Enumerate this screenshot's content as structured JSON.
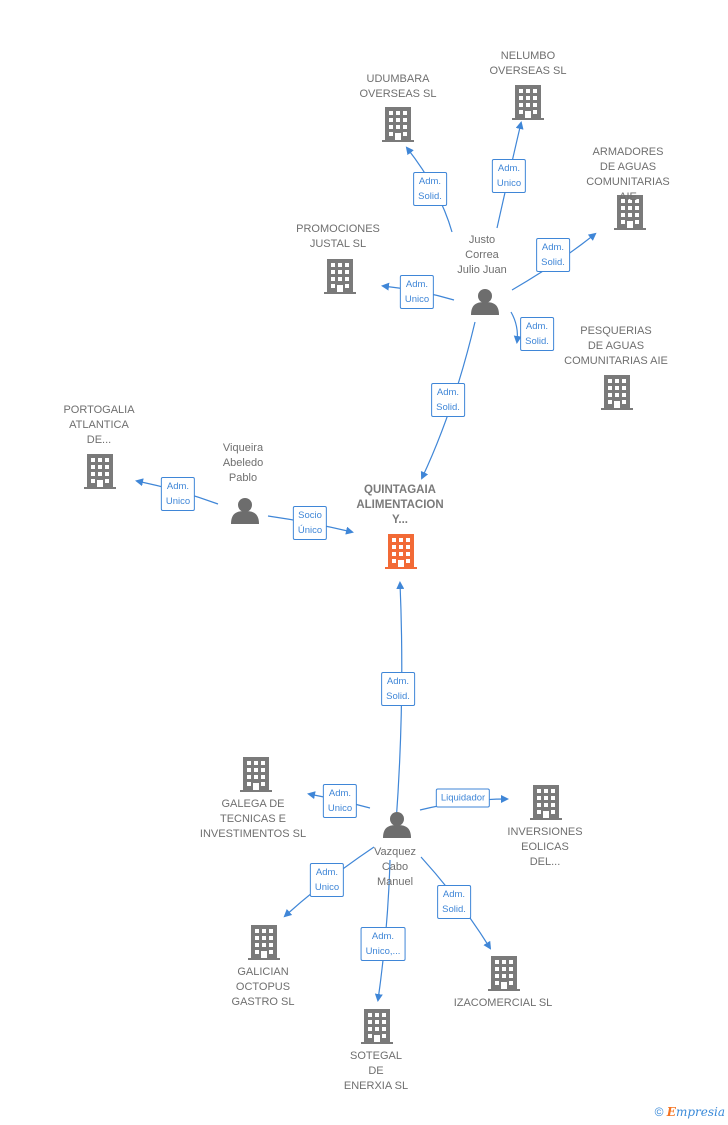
{
  "colors": {
    "edge": "#3f86d7",
    "company": "#7a7a7a",
    "main_company": "#f26a36",
    "person": "#6d6d6d"
  },
  "nodes": [
    {
      "id": "udumbara",
      "type": "company",
      "label": "UDUMBARA\nOVERSEAS  SL"
    },
    {
      "id": "nelumbo",
      "type": "company",
      "label": "NELUMBO\nOVERSEAS  SL"
    },
    {
      "id": "armadores",
      "type": "company",
      "label": "ARMADORES\nDE AGUAS\nCOMUNITARIAS AIE"
    },
    {
      "id": "promociones",
      "type": "company",
      "label": "PROMOCIONES\nJUSTAL SL"
    },
    {
      "id": "justo",
      "type": "person",
      "label": "Justo\nCorrea\nJulio Juan"
    },
    {
      "id": "pesquerias",
      "type": "company",
      "label": "PESQUERIAS\nDE AGUAS\nCOMUNITARIAS AIE"
    },
    {
      "id": "portogalia",
      "type": "company",
      "label": "PORTOGALIA\nATLANTICA\nDE..."
    },
    {
      "id": "viqueira",
      "type": "person",
      "label": "Viqueira\nAbeledo\nPablo"
    },
    {
      "id": "quintagaia",
      "type": "main",
      "label": "QUINTAGAIA\nALIMENTACION\nY..."
    },
    {
      "id": "galega",
      "type": "company",
      "label": "GALEGA DE\nTECNICAS E\nINVESTIMENTOS SL"
    },
    {
      "id": "vazquez",
      "type": "person",
      "label": "Vazquez\nCabo\nManuel"
    },
    {
      "id": "inversiones",
      "type": "company",
      "label": "INVERSIONES\nEOLICAS\nDEL..."
    },
    {
      "id": "galician",
      "type": "company",
      "label": "GALICIAN\nOCTOPUS\nGASTRO  SL"
    },
    {
      "id": "sotegal",
      "type": "company",
      "label": "SOTEGAL\nDE\nENERXIA SL"
    },
    {
      "id": "izacomercial",
      "type": "company",
      "label": "IZACOMERCIAL SL"
    }
  ],
  "edges": [
    {
      "from": "justo",
      "to": "udumbara",
      "label": "Adm.\nSolid."
    },
    {
      "from": "justo",
      "to": "nelumbo",
      "label": "Adm.\nUnico"
    },
    {
      "from": "justo",
      "to": "armadores",
      "label": "Adm.\nSolid."
    },
    {
      "from": "justo",
      "to": "promociones",
      "label": "Adm.\nUnico"
    },
    {
      "from": "justo",
      "to": "pesquerias",
      "label": "Adm.\nSolid."
    },
    {
      "from": "justo",
      "to": "quintagaia",
      "label": "Adm.\nSolid."
    },
    {
      "from": "viqueira",
      "to": "portogalia",
      "label": "Adm.\nUnico"
    },
    {
      "from": "viqueira",
      "to": "quintagaia",
      "label": "Socio\nÚnico"
    },
    {
      "from": "vazquez",
      "to": "quintagaia",
      "label": "Adm.\nSolid."
    },
    {
      "from": "vazquez",
      "to": "galega",
      "label": "Adm.\nUnico"
    },
    {
      "from": "vazquez",
      "to": "inversiones",
      "label": "Liquidador"
    },
    {
      "from": "vazquez",
      "to": "galician",
      "label": "Adm.\nUnico"
    },
    {
      "from": "vazquez",
      "to": "sotegal",
      "label": "Adm.\nUnico,..."
    },
    {
      "from": "vazquez",
      "to": "izacomercial",
      "label": "Adm.\nSolid."
    }
  ],
  "footer": {
    "copyright_symbol": "©",
    "brand_initial": "E",
    "brand_rest": "mpresia"
  }
}
